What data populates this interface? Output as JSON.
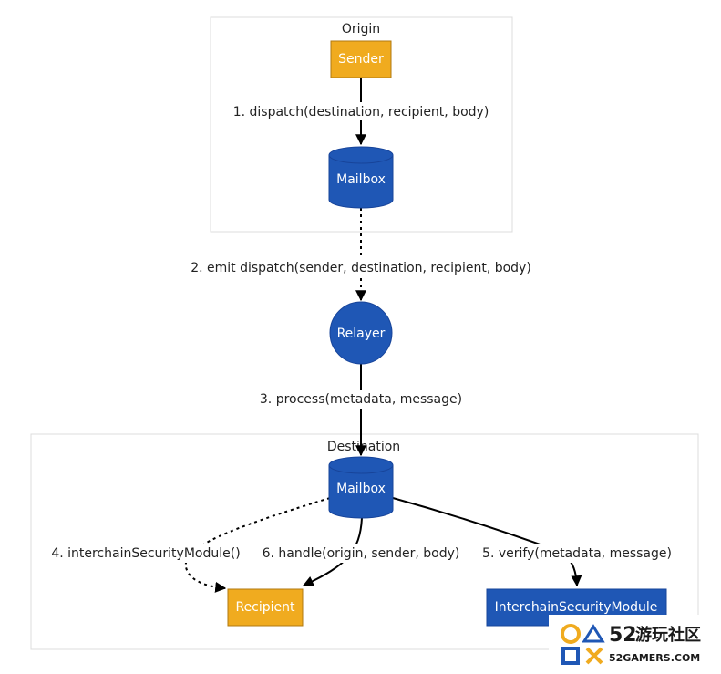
{
  "clusters": {
    "origin": {
      "title": "Origin"
    },
    "destination": {
      "title": "Destination"
    }
  },
  "nodes": {
    "sender": {
      "label": "Sender",
      "color": "#f0ab1f"
    },
    "origin_mailbox": {
      "label": "Mailbox",
      "color": "#1f57b5"
    },
    "relayer": {
      "label": "Relayer",
      "color": "#1f57b5"
    },
    "dest_mailbox": {
      "label": "Mailbox",
      "color": "#1f57b5"
    },
    "recipient": {
      "label": "Recipient",
      "color": "#f0ab1f"
    },
    "ism": {
      "label": "InterchainSecurityModule",
      "color": "#1f57b5"
    }
  },
  "edges": {
    "e1": "1. dispatch(destination, recipient, body)",
    "e2": "2. emit dispatch(sender, destination, recipient, body)",
    "e3": "3. process(metadata, message)",
    "e4": "4. interchainSecurityModule()",
    "e5": "5. verify(metadata, message)",
    "e6": "6. handle(origin, sender, body)"
  },
  "watermark": {
    "brand_number": "52",
    "brand_cn": "游玩社区",
    "site": "52GAMERS.COM"
  }
}
